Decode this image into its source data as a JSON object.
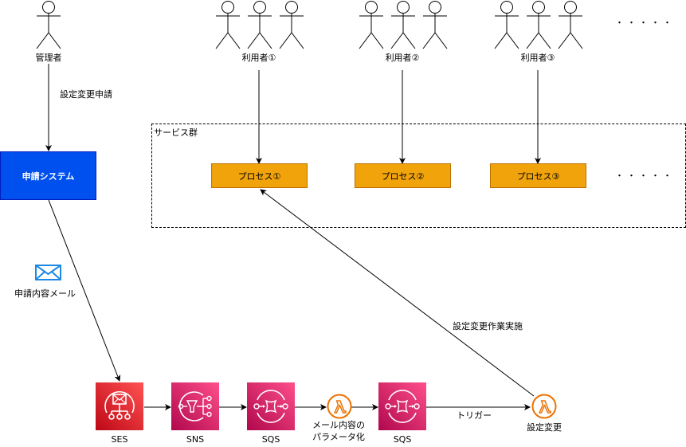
{
  "admin": {
    "label": "管理者"
  },
  "users": [
    {
      "label": "利用者①"
    },
    {
      "label": "利用者②"
    },
    {
      "label": "利用者③"
    }
  ],
  "users_more": "・・・・・",
  "edges": {
    "admin_to_system": "設定変更申請",
    "mail_label": "申請内容メール",
    "lambda_to_process": "設定変更作業実施",
    "sqs_to_lambda": "トリガー"
  },
  "system": {
    "label": "申請システム"
  },
  "group": {
    "label": "サービス群",
    "processes": [
      {
        "label": "プロセス①"
      },
      {
        "label": "プロセス②"
      },
      {
        "label": "プロセス③"
      }
    ],
    "more": "・・・・・"
  },
  "pipeline": [
    {
      "id": "ses",
      "label": "SES",
      "icon": "ses-icon"
    },
    {
      "id": "sns",
      "label": "SNS",
      "icon": "sns-icon"
    },
    {
      "id": "sqs1",
      "label": "SQS",
      "icon": "sqs-icon"
    },
    {
      "id": "lambda1",
      "label_line1": "メール内容の",
      "label_line2": "パラメータ化",
      "icon": "lambda-icon"
    },
    {
      "id": "sqs2",
      "label": "SQS",
      "icon": "sqs-icon"
    },
    {
      "id": "lambda2",
      "label": "設定変更",
      "icon": "lambda-icon"
    }
  ],
  "colors": {
    "system_fill": "#0050ef",
    "process_fill": "#f0a30a",
    "ses_red": "#dd344c",
    "app_integration_pink": "#e7157b",
    "lambda_orange": "#ed7100",
    "mail_icon_blue": "#1e88e5"
  }
}
